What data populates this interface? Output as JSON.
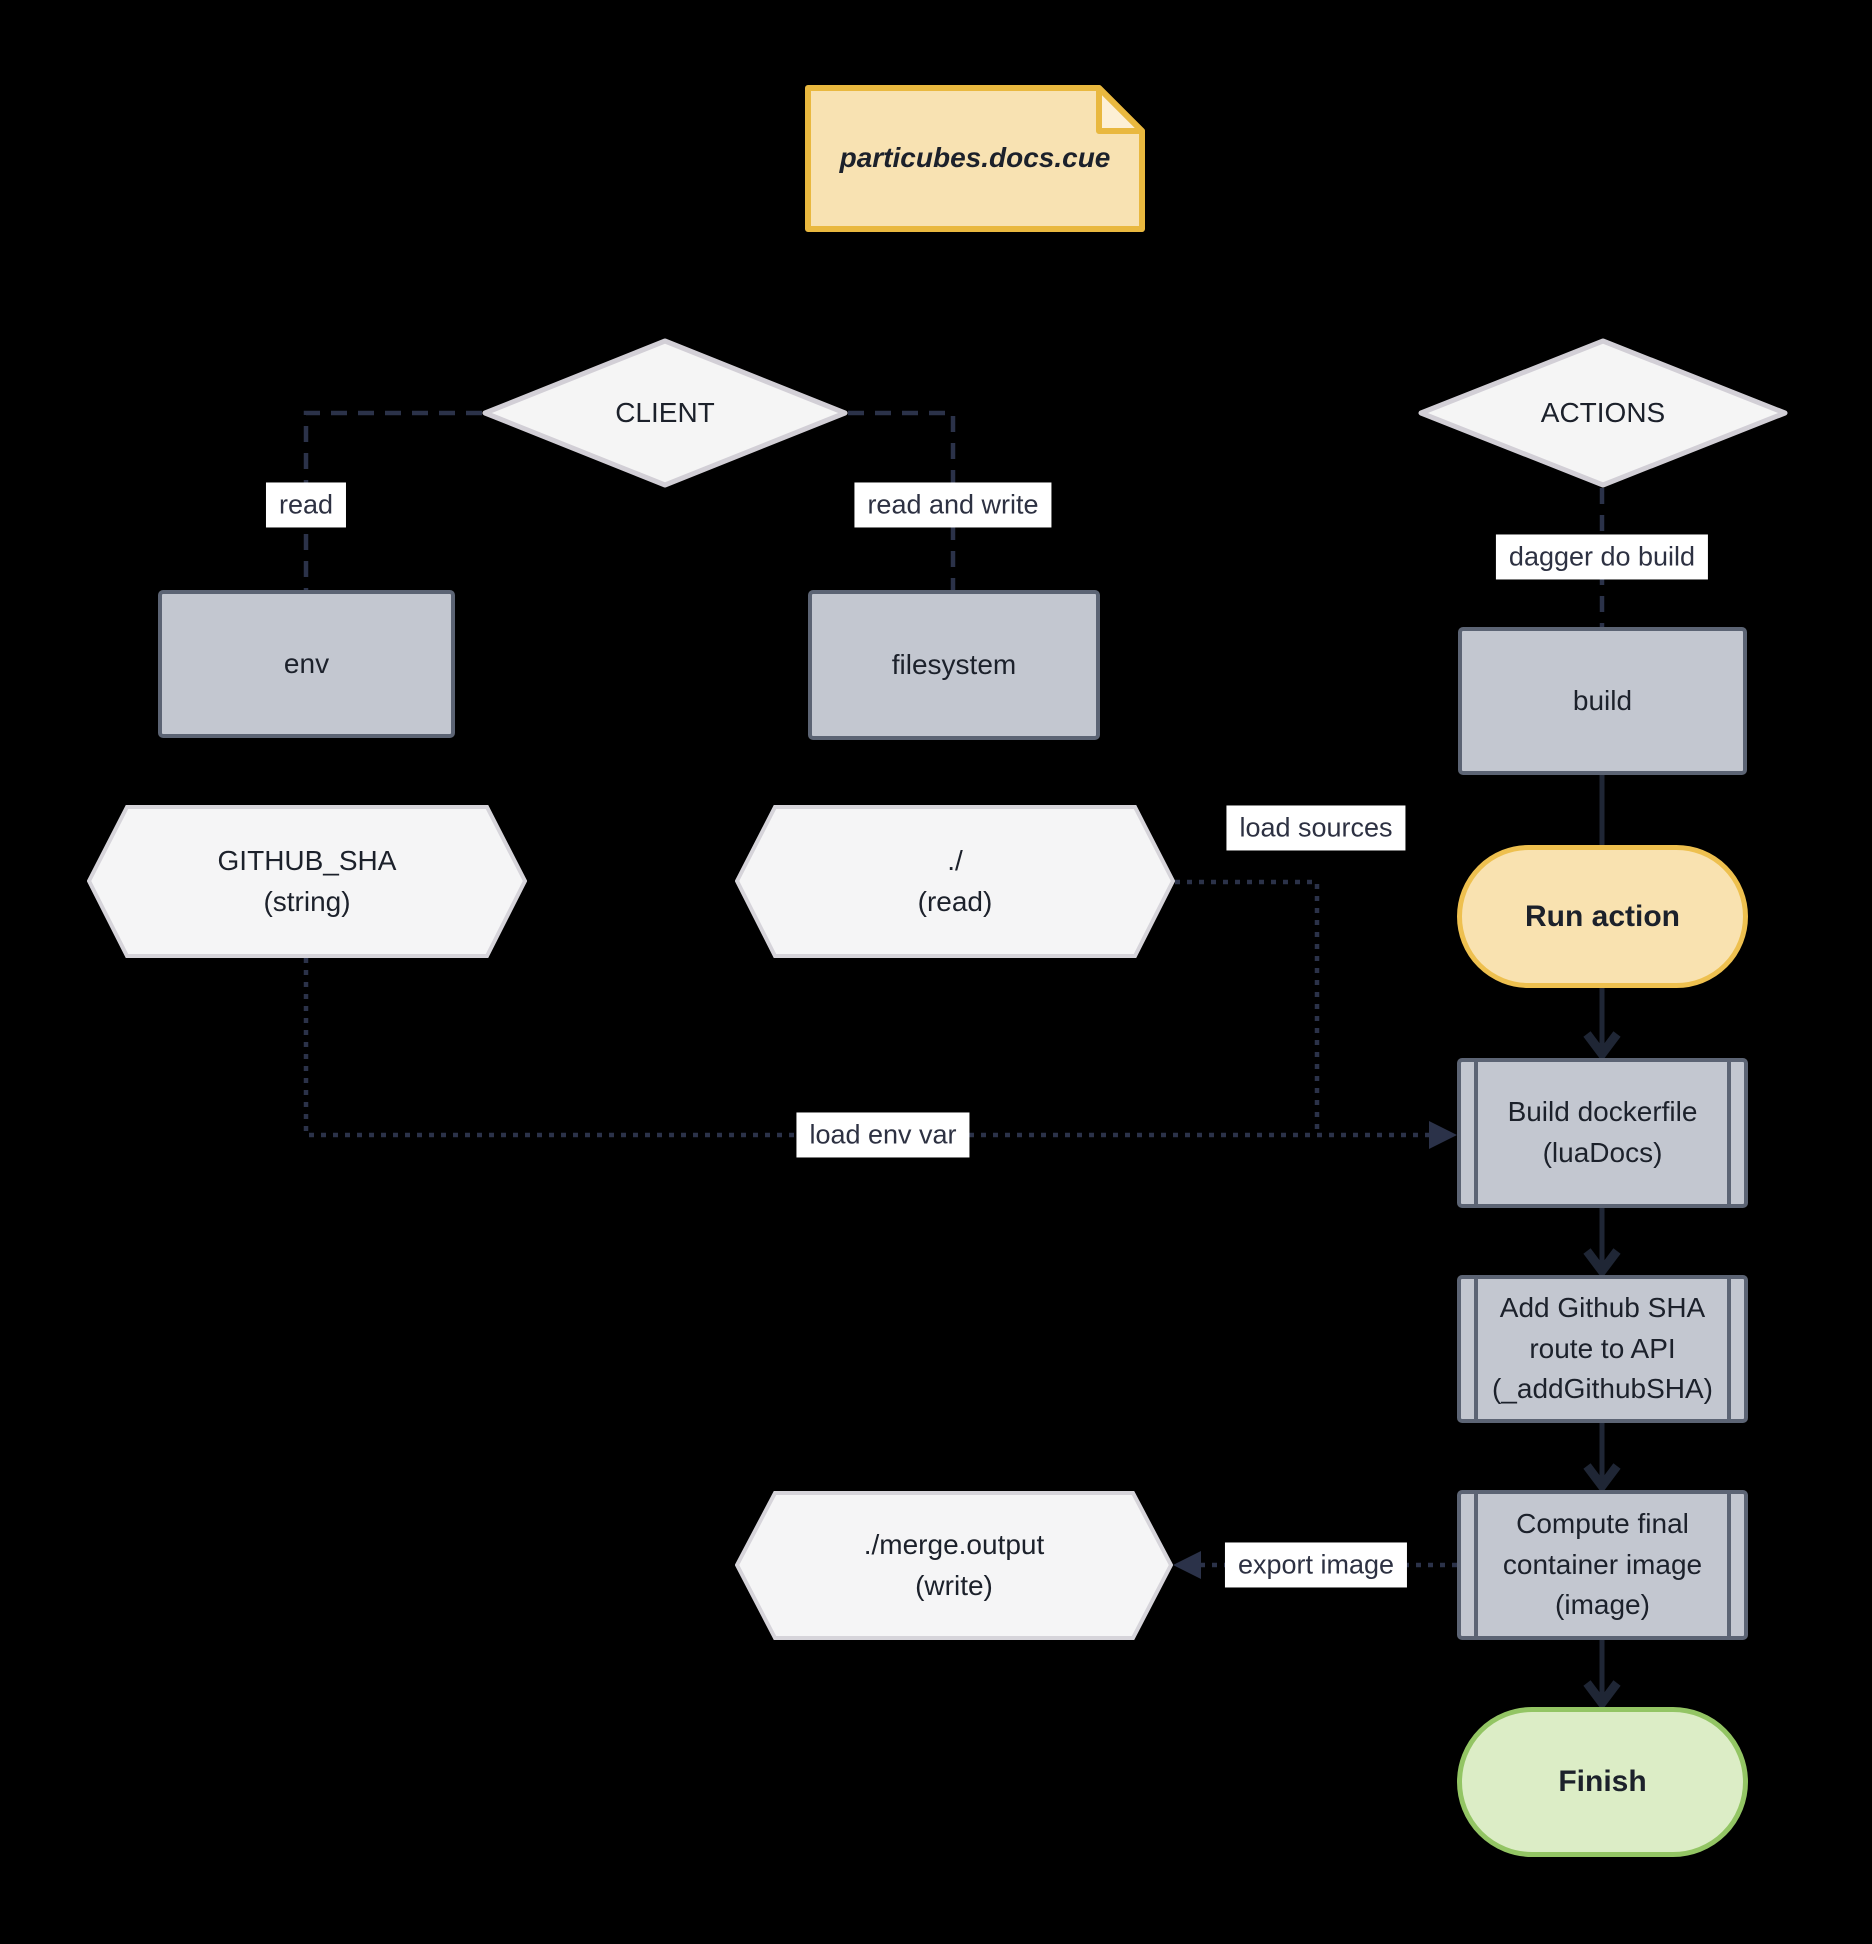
{
  "diagram": {
    "type": "flowchart",
    "background_color": "#000000",
    "note": {
      "label": "particubes.docs.cue"
    },
    "nodes": {
      "client": {
        "label": "CLIENT",
        "shape": "diamond"
      },
      "actions": {
        "label": "ACTIONS",
        "shape": "diamond"
      },
      "env": {
        "label": "env",
        "shape": "rect"
      },
      "filesystem": {
        "label": "filesystem",
        "shape": "rect"
      },
      "build": {
        "label": "build",
        "shape": "rect"
      },
      "github_sha": {
        "label": "GITHUB_SHA\n(string)",
        "shape": "hexagon"
      },
      "source_dir": {
        "label": "./\n(read)",
        "shape": "hexagon"
      },
      "run_action": {
        "label": "Run action",
        "shape": "stadium"
      },
      "build_dockerfile": {
        "label": "Build dockerfile\n(luaDocs)",
        "shape": "subroutine"
      },
      "add_github_sha": {
        "label": "Add Github SHA\nroute to API\n(_addGithubSHA)",
        "shape": "subroutine"
      },
      "merge_output": {
        "label": "./merge.output\n(write)",
        "shape": "hexagon"
      },
      "compute_image": {
        "label": "Compute final\ncontainer image\n(image)",
        "shape": "subroutine"
      },
      "finish": {
        "label": "Finish",
        "shape": "stadium"
      }
    },
    "edge_labels": {
      "read": "read",
      "read_and_write": "read and write",
      "dagger_do_build": "dagger do build",
      "load_sources": "load sources",
      "load_env_var": "load env var",
      "export_image": "export image"
    },
    "colors": {
      "note_fill": "#f8e2b2",
      "note_border": "#e9b83f",
      "diamond_fill": "#f5f5f5",
      "diamond_border": "#d2cfd6",
      "rect_fill": "#c3c7d0",
      "rect_border": "#5c6474",
      "hexagon_fill": "#f5f5f6",
      "hexagon_border": "#d6d4da",
      "run_action_fill": "#f9e2b0",
      "run_action_border": "#eec04f",
      "finish_fill": "#dcedc6",
      "finish_border": "#93c564",
      "edge_dashed": "#2b3249",
      "edge_solid": "#1f2635",
      "label_bg": "#ffffff",
      "label_text": "#2d3142",
      "node_text": "#1c212b"
    }
  }
}
